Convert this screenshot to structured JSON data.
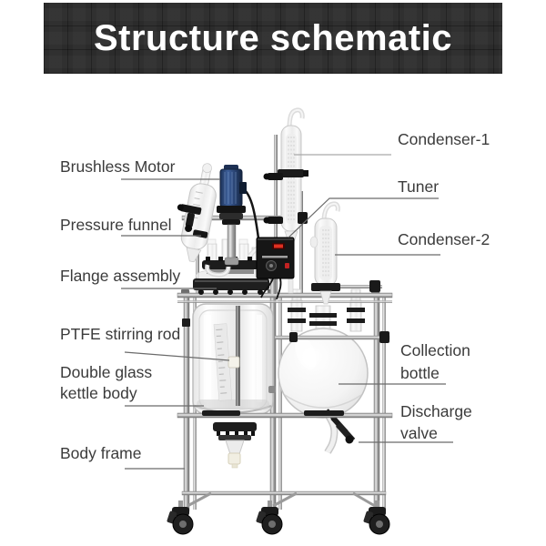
{
  "header": {
    "title": "Structure schematic"
  },
  "colors": {
    "header_bg": "#2b2b2b",
    "header_text": "#ffffff",
    "label_text": "#3b3b3b",
    "motor_blue": "#2e4d80",
    "steel_gray": "#b9b9b9",
    "tuner_box_black": "#161616",
    "tuner_display_red": "#d8342a"
  },
  "annotations": {
    "left": [
      {
        "id": "brushless-motor",
        "lines": [
          "Brushless Motor"
        ]
      },
      {
        "id": "pressure-funnel",
        "lines": [
          "Pressure funnel"
        ]
      },
      {
        "id": "flange-assembly",
        "lines": [
          "Flange assembly"
        ]
      },
      {
        "id": "ptfe-stirring-rod",
        "lines": [
          "PTFE stirring rod"
        ]
      },
      {
        "id": "double-glass-kettle-body",
        "lines": [
          "Double glass",
          "kettle body"
        ]
      },
      {
        "id": "body-frame",
        "lines": [
          "Body frame"
        ]
      }
    ],
    "right": [
      {
        "id": "condenser-1",
        "lines": [
          "Condenser-1"
        ]
      },
      {
        "id": "tuner",
        "lines": [
          "Tuner"
        ]
      },
      {
        "id": "condenser-2",
        "lines": [
          "Condenser-2"
        ]
      },
      {
        "id": "collection-bottle",
        "lines": [
          "Collection",
          "bottle"
        ]
      },
      {
        "id": "discharge-valve",
        "lines": [
          "Discharge",
          "valve"
        ]
      }
    ]
  }
}
